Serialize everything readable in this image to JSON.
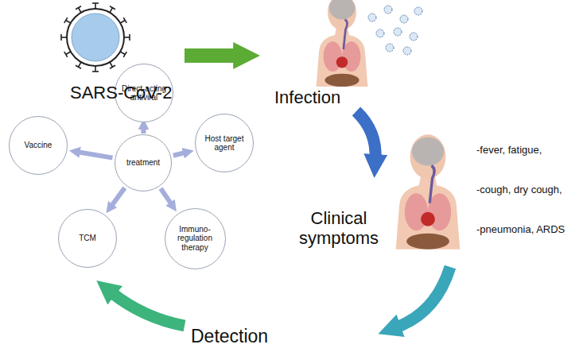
{
  "diagram": {
    "nodes": [
      {
        "text": [
          "Direct-acting antiviral"
        ]
      },
      {
        "text": [
          "Vaccine"
        ]
      },
      {
        "text": [
          "treatment"
        ]
      },
      {
        "text": [
          "Host target agent"
        ]
      },
      {
        "text": [
          "TCM"
        ]
      },
      {
        "text": [
          "Immuno-regulation therapy"
        ]
      }
    ],
    "edges": [
      {
        "from": 2,
        "to": 0,
        "arrow": "to"
      },
      {
        "from": 2,
        "to": 3,
        "arrow": "to"
      },
      {
        "from": 2,
        "to": 5,
        "arrow": "to"
      },
      {
        "from": 2,
        "to": 4,
        "arrow": "to"
      },
      {
        "from": 2,
        "to": 1,
        "arrow": "to"
      }
    ],
    "labels": [
      "SARS-CoV-2",
      "Infection",
      "Clinical symptoms",
      "-fever, fatigue,",
      "-cough, dry cough,",
      "-pneumonia, ARDS",
      "Detection"
    ]
  }
}
